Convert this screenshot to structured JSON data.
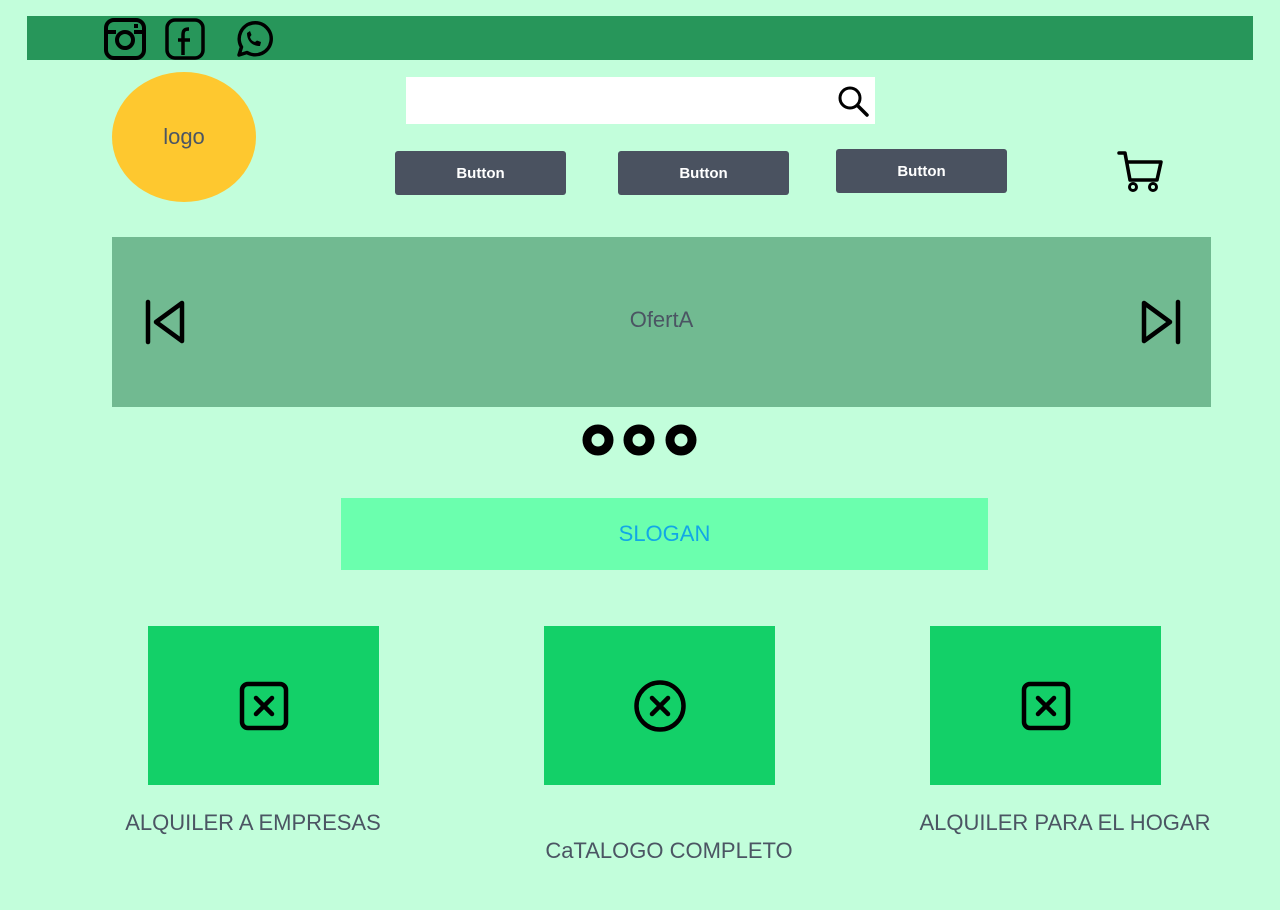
{
  "social": {
    "icons": [
      "instagram-icon",
      "facebook-icon",
      "whatsapp-icon"
    ]
  },
  "header": {
    "logo_text": "logo",
    "search": {
      "value": "",
      "placeholder": ""
    },
    "nav_buttons": [
      "Button",
      "Button",
      "Button"
    ]
  },
  "carousel": {
    "text": "OfertA",
    "indicator_count": 3
  },
  "slogan": "SLOGAN",
  "categories": [
    {
      "label": "ALQUILER A EMPRESAS",
      "icon": "close-square-icon"
    },
    {
      "label": "CaTALOGO COMPLETO",
      "icon": "close-circle-icon"
    },
    {
      "label": "ALQUILER PARA EL HOGAR",
      "icon": "close-square-icon"
    }
  ],
  "colors": {
    "background": "#c2fedb",
    "topbar": "#27965a",
    "logo": "#fec82f",
    "button": "#4a5260",
    "carousel": "#71ba91",
    "slogan_bg": "#6bffae",
    "slogan_text": "#12a7e6",
    "card": "#13d068"
  }
}
